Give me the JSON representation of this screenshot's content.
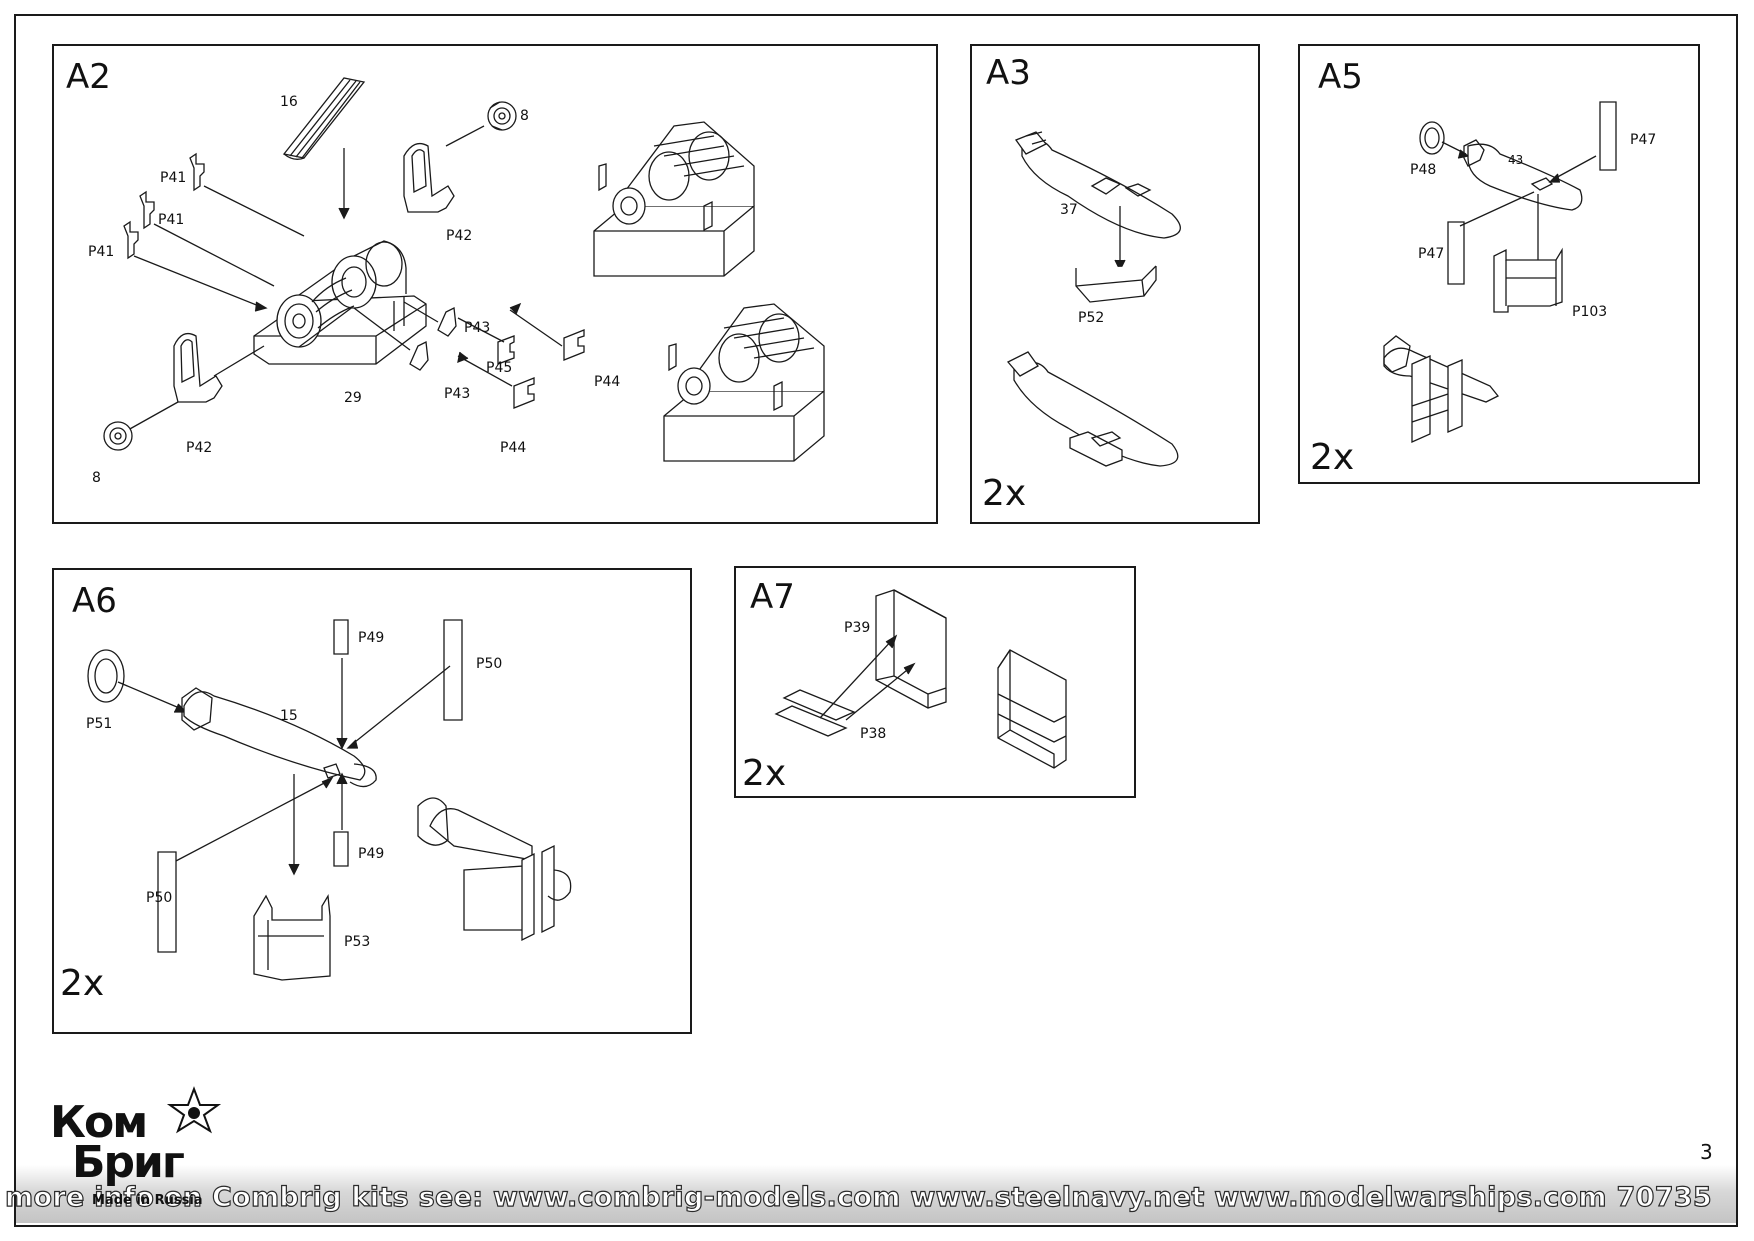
{
  "panels": {
    "a2": {
      "title": "A2",
      "labels": {
        "l16": "16",
        "l8a": "8",
        "p41a": "P41",
        "p41b": "P41",
        "p41c": "P41",
        "p42a": "P42",
        "p42b": "P42",
        "p43a": "P43",
        "p43b": "P43",
        "p45": "P45",
        "p44a": "P44",
        "p44b": "P44",
        "l29": "29",
        "l8b": "8"
      }
    },
    "a3": {
      "title": "A3",
      "multiplier": "2x",
      "labels": {
        "l37": "37",
        "p52": "P52"
      }
    },
    "a5": {
      "title": "A5",
      "multiplier": "2x",
      "labels": {
        "p48": "P48",
        "l43": "43",
        "p47a": "P47",
        "p47b": "P47",
        "p103": "P103"
      }
    },
    "a6": {
      "title": "A6",
      "multiplier": "2x",
      "labels": {
        "p51": "P51",
        "l15": "15",
        "p49a": "P49",
        "p49b": "P49",
        "p50a": "P50",
        "p50b": "P50",
        "p53": "P53"
      }
    },
    "a7": {
      "title": "A7",
      "multiplier": "2x",
      "labels": {
        "p39": "P39",
        "p38": "P38"
      }
    }
  },
  "footer": {
    "page_number": "3",
    "info_text": "For more info on Combrig kits see: www.combrig-models.com www.steelnavy.net  www.modelwarships.com  70735",
    "logo_line1": "Ком",
    "logo_line2": "Бриг",
    "made_in": "Made in Russia"
  }
}
